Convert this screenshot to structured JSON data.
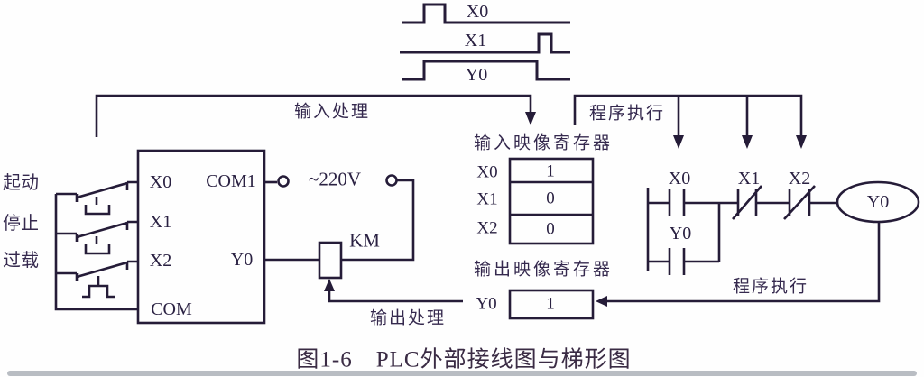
{
  "colors": {
    "ink": "#251c38",
    "text": "#35294e",
    "background": "#ffffff",
    "bottom_bar": "#a8acb4"
  },
  "timing_chart": {
    "type": "timing",
    "signals": [
      {
        "label": "X0"
      },
      {
        "label": "X1"
      },
      {
        "label": "Y0"
      }
    ]
  },
  "flow": {
    "input_processing": "输入处理",
    "program_execution_top": "程序执行",
    "program_execution_bottom": "程序执行",
    "output_processing": "输出处理"
  },
  "wiring": {
    "button_labels": [
      {
        "label": "起动"
      },
      {
        "label": "停止"
      },
      {
        "label": "过载"
      }
    ],
    "plc": {
      "input_terminals": [
        {
          "label": "X0"
        },
        {
          "label": "X1"
        },
        {
          "label": "X2"
        }
      ],
      "com_terminal": "COM",
      "com1_terminal": "COM1",
      "output_terminal": "Y0"
    },
    "power_label": "~220V",
    "contactor_label": "KM"
  },
  "registers": {
    "input": {
      "title": "输入映像寄存器",
      "rows": [
        {
          "label": "X0",
          "value": "1"
        },
        {
          "label": "X1",
          "value": "0"
        },
        {
          "label": "X2",
          "value": "0"
        }
      ]
    },
    "output": {
      "title": "输出映像寄存器",
      "rows": [
        {
          "label": "Y0",
          "value": "1"
        }
      ]
    }
  },
  "ladder": {
    "series_contacts": [
      {
        "label": "X0"
      },
      {
        "label": "X1"
      },
      {
        "label": "X2"
      }
    ],
    "parallel_contact": {
      "label": "Y0"
    },
    "coil": {
      "label": "Y0"
    }
  },
  "caption": "图1-6　PLC外部接线图与梯形图"
}
